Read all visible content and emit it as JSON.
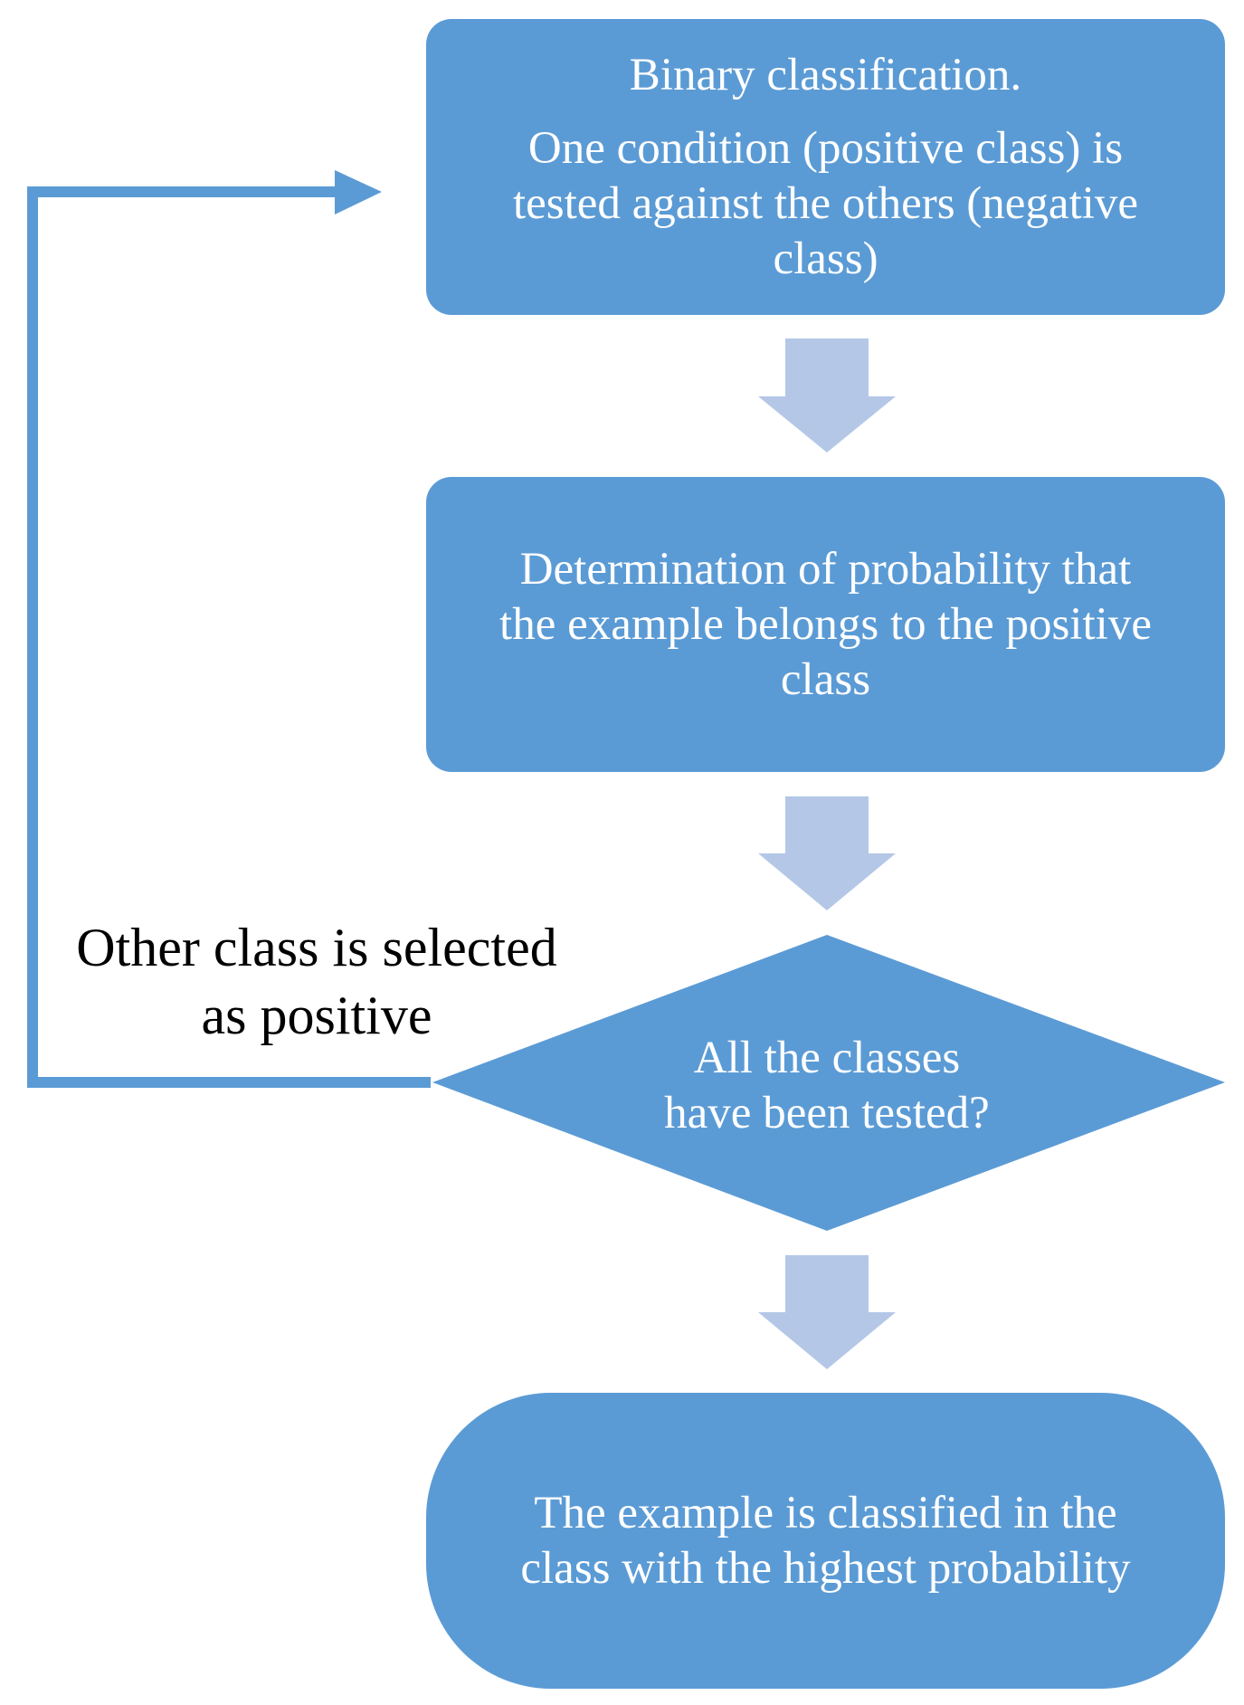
{
  "colors": {
    "node_fill": "#5b9bd5",
    "step_arrow_fill": "#b4c7e7",
    "loop_line": "#5b9bd5",
    "node_text": "#ffffff",
    "label_text": "#000000"
  },
  "nodes": {
    "binary": {
      "title": "Binary classification.",
      "line1": "One condition (positive class) is",
      "line2": "tested against the others (negative",
      "line3": "class)"
    },
    "probability": {
      "line1": "Determination of probability that",
      "line2": "the example belongs to the positive",
      "line3": "class"
    },
    "decision": {
      "line1": "All the classes",
      "line2": "have been tested?"
    },
    "result": {
      "line1": "The example is classified in the",
      "line2": "class with the highest probability"
    }
  },
  "loop_label": {
    "line1": "Other class is selected",
    "line2": "as positive"
  }
}
